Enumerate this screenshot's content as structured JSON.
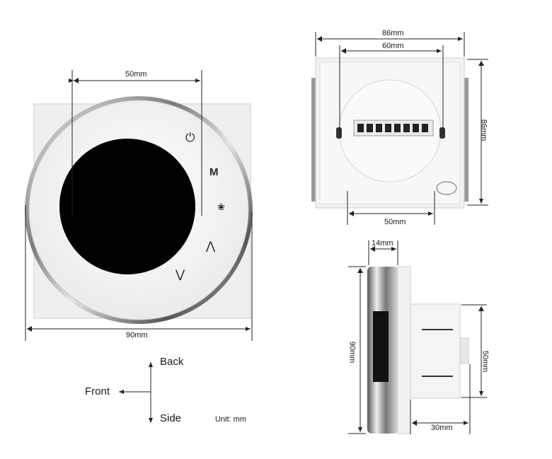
{
  "front_view": {
    "buttons": {
      "power_symbol": "⏻",
      "mode_label": "M",
      "fan_symbol": "❀",
      "up_symbol": "⋀",
      "down_symbol": "⋁"
    },
    "dim_top": "50mm",
    "dim_bottom": "90mm"
  },
  "back_view": {
    "dim_outer_width": "86mm",
    "dim_inner_width": "60mm",
    "dim_height": "86mm",
    "dim_bottom": "50mm"
  },
  "side_view": {
    "dim_top": "14mm",
    "dim_height": "90mm",
    "dim_right": "50mm",
    "dim_bottom": "30mm"
  },
  "legend": {
    "back": "Back",
    "front": "Front",
    "side": "Side",
    "unit": "Unit: mm"
  }
}
